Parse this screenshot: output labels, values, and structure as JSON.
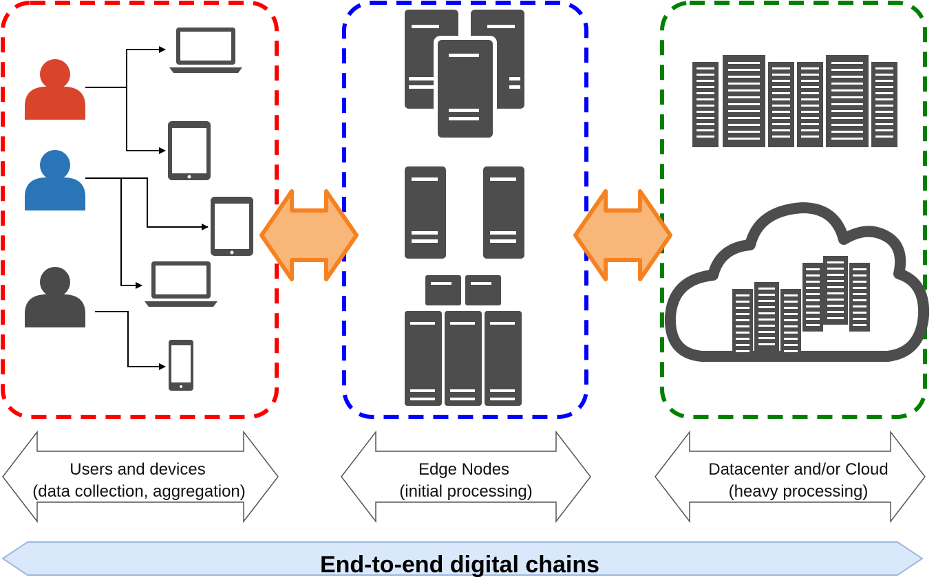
{
  "diagram": {
    "groups": [
      {
        "id": "users",
        "label_line1": "Users and devices",
        "label_line2": "(data collection, aggregation)",
        "border_color": "#ff0000"
      },
      {
        "id": "edge",
        "label_line1": "Edge Nodes",
        "label_line2": "(initial processing)",
        "border_color": "#0000ff"
      },
      {
        "id": "cloud",
        "label_line1": "Datacenter and/or Cloud",
        "label_line2": "(heavy processing)",
        "border_color": "#008000"
      }
    ],
    "bottom_label": "End-to-end digital chains",
    "users": [
      {
        "color": "#d9442a",
        "icon": "user-icon"
      },
      {
        "color": "#2a74b8",
        "icon": "user-icon"
      },
      {
        "color": "#4a4a4a",
        "icon": "user-icon"
      }
    ],
    "devices": [
      "laptop-icon",
      "tablet-icon",
      "tablet-icon",
      "laptop-icon",
      "smartphone-icon"
    ],
    "colors": {
      "icon": "#4d4d4d",
      "exchange_arrow_fill": "#f9b679",
      "exchange_arrow_stroke": "#f58220",
      "chain_arrow_fill": "#dae8fc",
      "chain_arrow_stroke": "#9db8da"
    }
  }
}
